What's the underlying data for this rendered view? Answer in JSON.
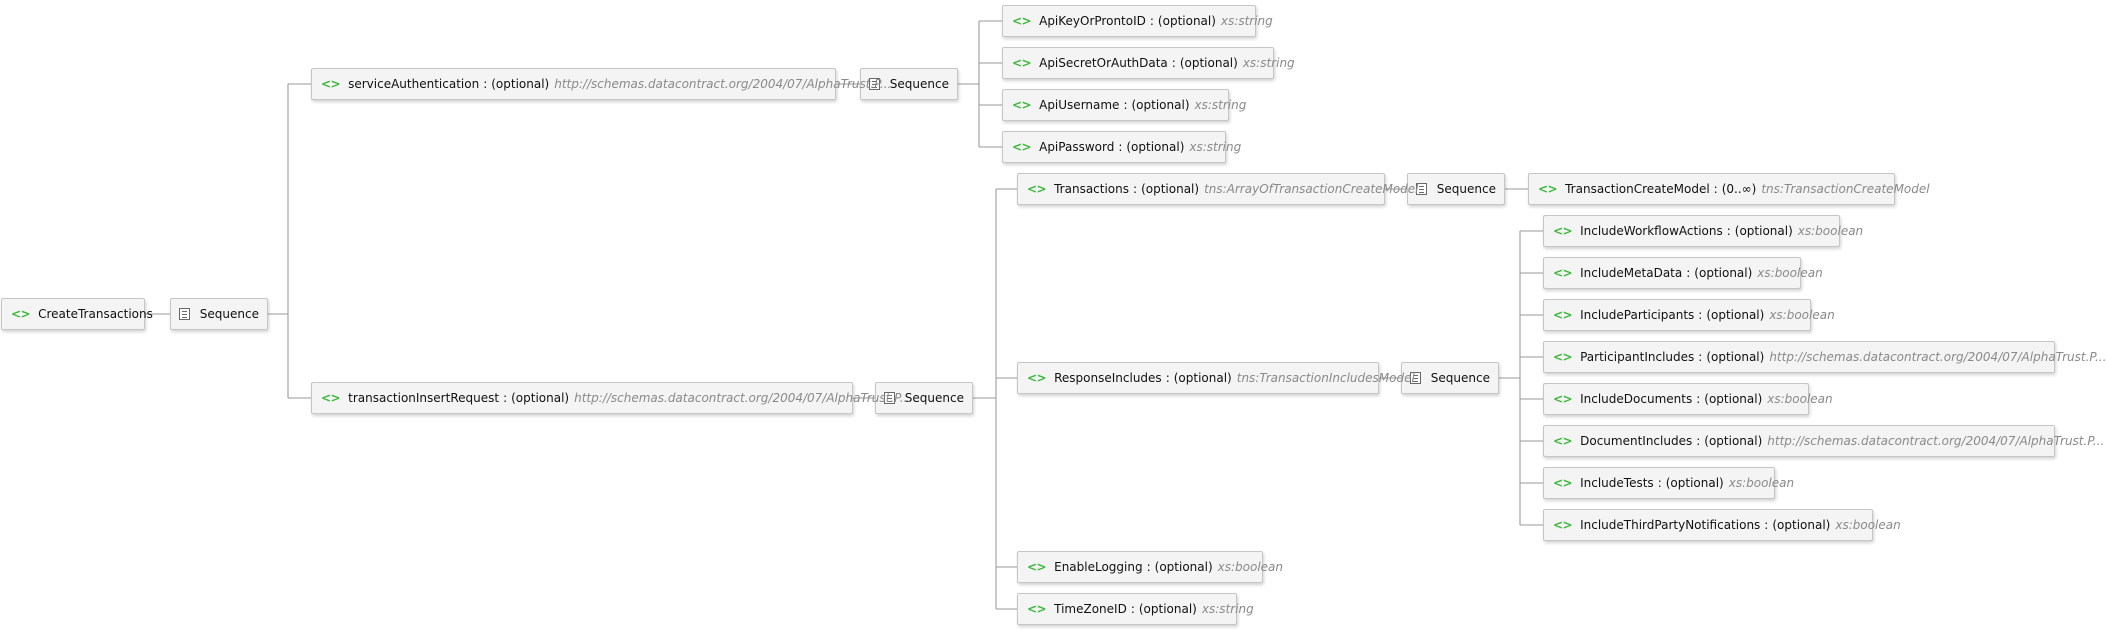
{
  "sequence_label": "Sequence",
  "elements": {
    "root": {
      "name": "CreateTransactions"
    },
    "service_auth": {
      "name": "serviceAuthentication",
      "occurrence": "(optional)",
      "type": "http://schemas.datacontract.org/2004/07/AlphaTrust.P..."
    },
    "api_key": {
      "name": "ApiKeyOrProntoID",
      "occurrence": "(optional)",
      "type": "xs:string"
    },
    "api_secret": {
      "name": "ApiSecretOrAuthData",
      "occurrence": "(optional)",
      "type": "xs:string"
    },
    "api_username": {
      "name": "ApiUsername",
      "occurrence": "(optional)",
      "type": "xs:string"
    },
    "api_password": {
      "name": "ApiPassword",
      "occurrence": "(optional)",
      "type": "xs:string"
    },
    "tx_insert": {
      "name": "transactionInsertRequest",
      "occurrence": "(optional)",
      "type": "http://schemas.datacontract.org/2004/07/AlphaTrust.P..."
    },
    "transactions": {
      "name": "Transactions",
      "occurrence": "(optional)",
      "type": "tns:ArrayOfTransactionCreateModel"
    },
    "tx_create_model": {
      "name": "TransactionCreateModel",
      "occurrence": "(0..∞)",
      "type": "tns:TransactionCreateModel"
    },
    "response_includes": {
      "name": "ResponseIncludes",
      "occurrence": "(optional)",
      "type": "tns:TransactionIncludesModel"
    },
    "inc_workflow": {
      "name": "IncludeWorkflowActions",
      "occurrence": "(optional)",
      "type": "xs:boolean"
    },
    "inc_metadata": {
      "name": "IncludeMetaData",
      "occurrence": "(optional)",
      "type": "xs:boolean"
    },
    "inc_participants": {
      "name": "IncludeParticipants",
      "occurrence": "(optional)",
      "type": "xs:boolean"
    },
    "participant_includes": {
      "name": "ParticipantIncludes",
      "occurrence": "(optional)",
      "type": "http://schemas.datacontract.org/2004/07/AlphaTrust.P..."
    },
    "inc_documents": {
      "name": "IncludeDocuments",
      "occurrence": "(optional)",
      "type": "xs:boolean"
    },
    "document_includes": {
      "name": "DocumentIncludes",
      "occurrence": "(optional)",
      "type": "http://schemas.datacontract.org/2004/07/AlphaTrust.P..."
    },
    "inc_tests": {
      "name": "IncludeTests",
      "occurrence": "(optional)",
      "type": "xs:boolean"
    },
    "inc_third_party": {
      "name": "IncludeThirdPartyNotifications",
      "occurrence": "(optional)",
      "type": "xs:boolean"
    },
    "enable_logging": {
      "name": "EnableLogging",
      "occurrence": "(optional)",
      "type": "xs:boolean"
    },
    "timezone_id": {
      "name": "TimeZoneID",
      "occurrence": "(optional)",
      "type": "xs:string"
    }
  }
}
